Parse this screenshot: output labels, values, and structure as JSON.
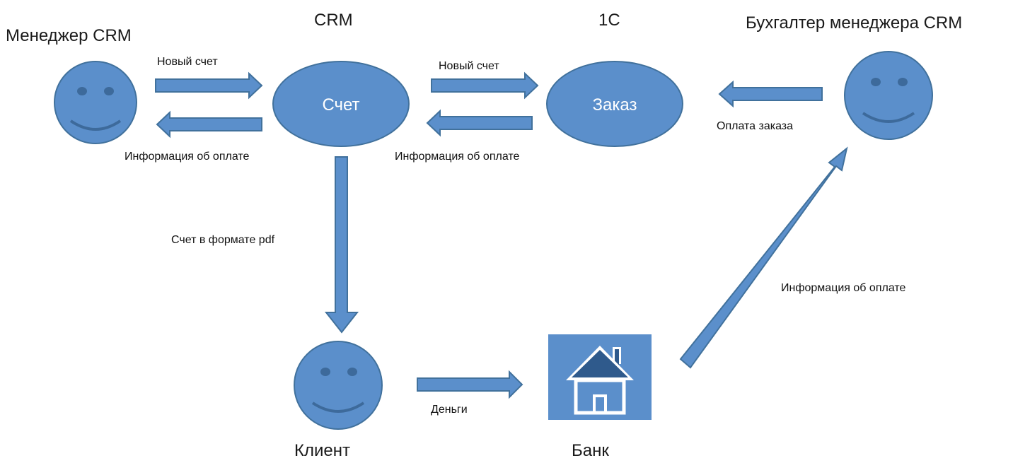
{
  "colors": {
    "fill": "#5B8FCB",
    "stroke": "#41719C",
    "face_feature": "#3D6A9B",
    "house_roof": "#2F5A8C",
    "white": "#FFFFFF"
  },
  "titles": {
    "manager": "Менеджер  CRM",
    "crm": "CRM",
    "onec": "1С",
    "accountant": "Бухгалтер менеджера CRM",
    "client": "Клиент",
    "bank": "Банк"
  },
  "nodes": {
    "invoice": "Счет",
    "order": "Заказ"
  },
  "icons": {
    "manager": "smiley-face-icon",
    "client": "smiley-face-icon",
    "accountant": "smiley-face-icon",
    "bank": "house-icon"
  },
  "flows": {
    "new_invoice_1": "Новый счет",
    "payment_info_1": "Информация об оплате",
    "new_invoice_2": "Новый счет",
    "payment_info_2": "Информация об оплате",
    "order_payment": "Оплата заказа",
    "invoice_pdf": "Счет в формате pdf",
    "money": "Деньги",
    "payment_info_3": "Информация об оплате"
  }
}
